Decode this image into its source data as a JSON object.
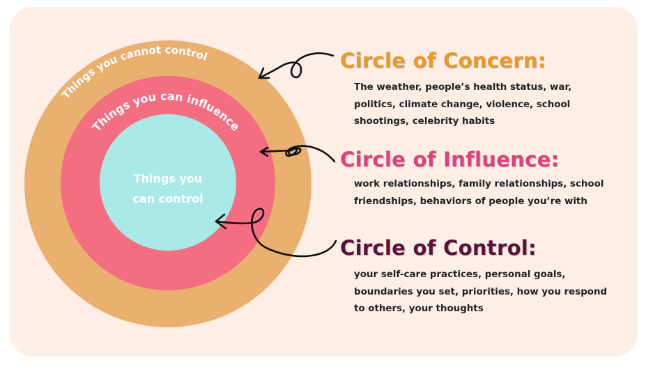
{
  "diagram": {
    "outer_ring_label": "Things you cannot control",
    "middle_ring_label": "Things you can influence",
    "inner_label_line1": "Things you",
    "inner_label_line2": "can control"
  },
  "sections": [
    {
      "heading": "Circle of Concern:",
      "color": "#E8992A",
      "lines": [
        "The weather, people’s health status, war,",
        "politics, climate change, violence, school",
        "shootings, celebrity habits"
      ]
    },
    {
      "heading": "Circle of Influence:",
      "color": "#D9457B",
      "lines": [
        "work relationships, family relationships, school",
        "friendships, behaviors of people you’re with"
      ]
    },
    {
      "heading": "Circle of Control:",
      "color": "#5A1238",
      "lines": [
        "your self-care practices, personal goals,",
        "boundaries you set, priorities, how you respond",
        "to others, your thoughts"
      ]
    }
  ],
  "colors": {
    "background": "#FDEEE6",
    "outer": "#E9B06F",
    "middle": "#F26E80",
    "inner": "#A9EAE9"
  }
}
